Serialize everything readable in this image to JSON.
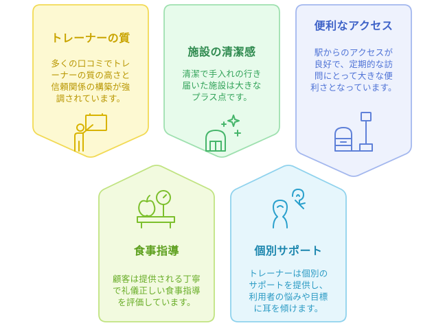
{
  "colors": {
    "trainer": {
      "fill": "#fdf9d2",
      "stroke": "#f2da55",
      "icon": "#d8b300"
    },
    "clean": {
      "fill": "#e7fbeb",
      "stroke": "#9ee0af",
      "icon": "#45b56a"
    },
    "access": {
      "fill": "#eef2fd",
      "stroke": "#a3b7ee",
      "icon": "#5e80d8"
    },
    "diet": {
      "fill": "#f2fadf",
      "stroke": "#c0e381",
      "icon": "#7cbf2c"
    },
    "support": {
      "fill": "#e6f6fc",
      "stroke": "#8fd2ed",
      "icon": "#2aa0cc"
    }
  },
  "cards": {
    "trainer": {
      "title": "トレーナーの質",
      "lines": [
        "多くの口コミでトレ",
        "ーナーの質の高さと",
        "信頼関係の構築が強",
        "調されています。"
      ],
      "icon": "trainer-teaching-board-icon"
    },
    "clean": {
      "title": "施設の清潔感",
      "lines": [
        "清潔で手入れの行き",
        "届いた施設は大きな",
        "プラス点です。"
      ],
      "icon": "sparkling-building-icon"
    },
    "access": {
      "title": "便利なアクセス",
      "lines": [
        "駅からのアクセスが",
        "良好で、定期的な訪",
        "問にとって大きな便",
        "利さとなっています。"
      ],
      "icon": "station-kiosk-icon"
    },
    "diet": {
      "title": "食事指導",
      "lines": [
        "顧客は提供される丁寧",
        "で礼儀正しい食事指導",
        "を評価しています。"
      ],
      "icon": "apple-scale-icon"
    },
    "support": {
      "title": "個別サポート",
      "lines": [
        "トレーナーは個別の",
        "サポートを提供し、",
        "利用者の悩みや目標",
        "に耳を傾けます。"
      ],
      "icon": "person-listening-icon"
    }
  }
}
